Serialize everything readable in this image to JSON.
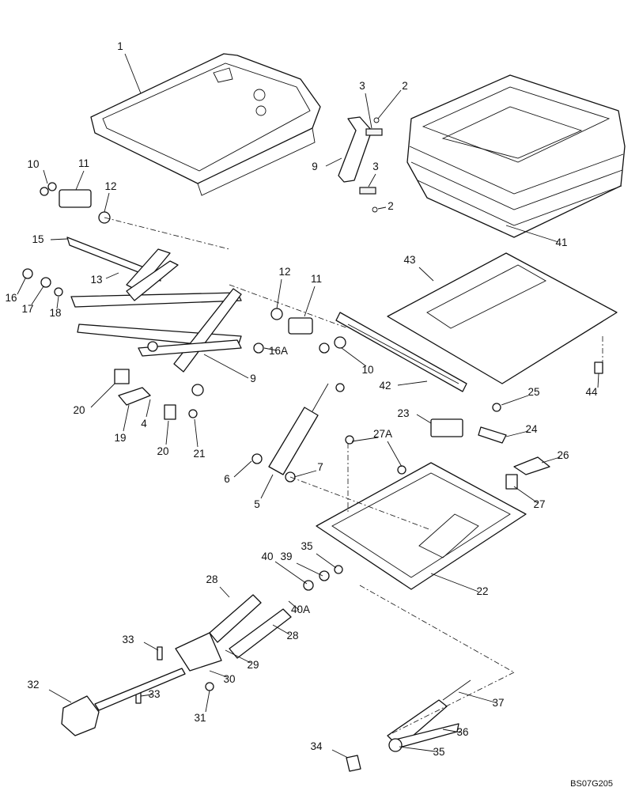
{
  "diagram": {
    "figure_code": "BS07G205",
    "callouts": [
      {
        "id": "c1",
        "text": "1"
      },
      {
        "id": "c2a",
        "text": "2"
      },
      {
        "id": "c2b",
        "text": "2"
      },
      {
        "id": "c3a",
        "text": "3"
      },
      {
        "id": "c3b",
        "text": "3"
      },
      {
        "id": "c4",
        "text": "4"
      },
      {
        "id": "c5",
        "text": "5"
      },
      {
        "id": "c6",
        "text": "6"
      },
      {
        "id": "c7",
        "text": "7"
      },
      {
        "id": "c9a",
        "text": "9"
      },
      {
        "id": "c9b",
        "text": "9"
      },
      {
        "id": "c10a",
        "text": "10"
      },
      {
        "id": "c10b",
        "text": "10"
      },
      {
        "id": "c11a",
        "text": "11"
      },
      {
        "id": "c11b",
        "text": "11"
      },
      {
        "id": "c12a",
        "text": "12"
      },
      {
        "id": "c12b",
        "text": "12"
      },
      {
        "id": "c13",
        "text": "13"
      },
      {
        "id": "c15",
        "text": "15"
      },
      {
        "id": "c16",
        "text": "16"
      },
      {
        "id": "c16A",
        "text": "16A"
      },
      {
        "id": "c17",
        "text": "17"
      },
      {
        "id": "c18",
        "text": "18"
      },
      {
        "id": "c19",
        "text": "19"
      },
      {
        "id": "c20a",
        "text": "20"
      },
      {
        "id": "c20b",
        "text": "20"
      },
      {
        "id": "c21",
        "text": "21"
      },
      {
        "id": "c22",
        "text": "22"
      },
      {
        "id": "c23",
        "text": "23"
      },
      {
        "id": "c24",
        "text": "24"
      },
      {
        "id": "c25",
        "text": "25"
      },
      {
        "id": "c26",
        "text": "26"
      },
      {
        "id": "c27",
        "text": "27"
      },
      {
        "id": "c27A",
        "text": "27A"
      },
      {
        "id": "c28a",
        "text": "28"
      },
      {
        "id": "c28b",
        "text": "28"
      },
      {
        "id": "c29",
        "text": "29"
      },
      {
        "id": "c30",
        "text": "30"
      },
      {
        "id": "c31",
        "text": "31"
      },
      {
        "id": "c32",
        "text": "32"
      },
      {
        "id": "c33a",
        "text": "33"
      },
      {
        "id": "c33b",
        "text": "33"
      },
      {
        "id": "c34",
        "text": "34"
      },
      {
        "id": "c35a",
        "text": "35"
      },
      {
        "id": "c35b",
        "text": "35"
      },
      {
        "id": "c36",
        "text": "36"
      },
      {
        "id": "c37",
        "text": "37"
      },
      {
        "id": "c39",
        "text": "39"
      },
      {
        "id": "c40",
        "text": "40"
      },
      {
        "id": "c40A",
        "text": "40A"
      },
      {
        "id": "c41",
        "text": "41"
      },
      {
        "id": "c42",
        "text": "42"
      },
      {
        "id": "c43",
        "text": "43"
      },
      {
        "id": "c44",
        "text": "44"
      }
    ]
  }
}
